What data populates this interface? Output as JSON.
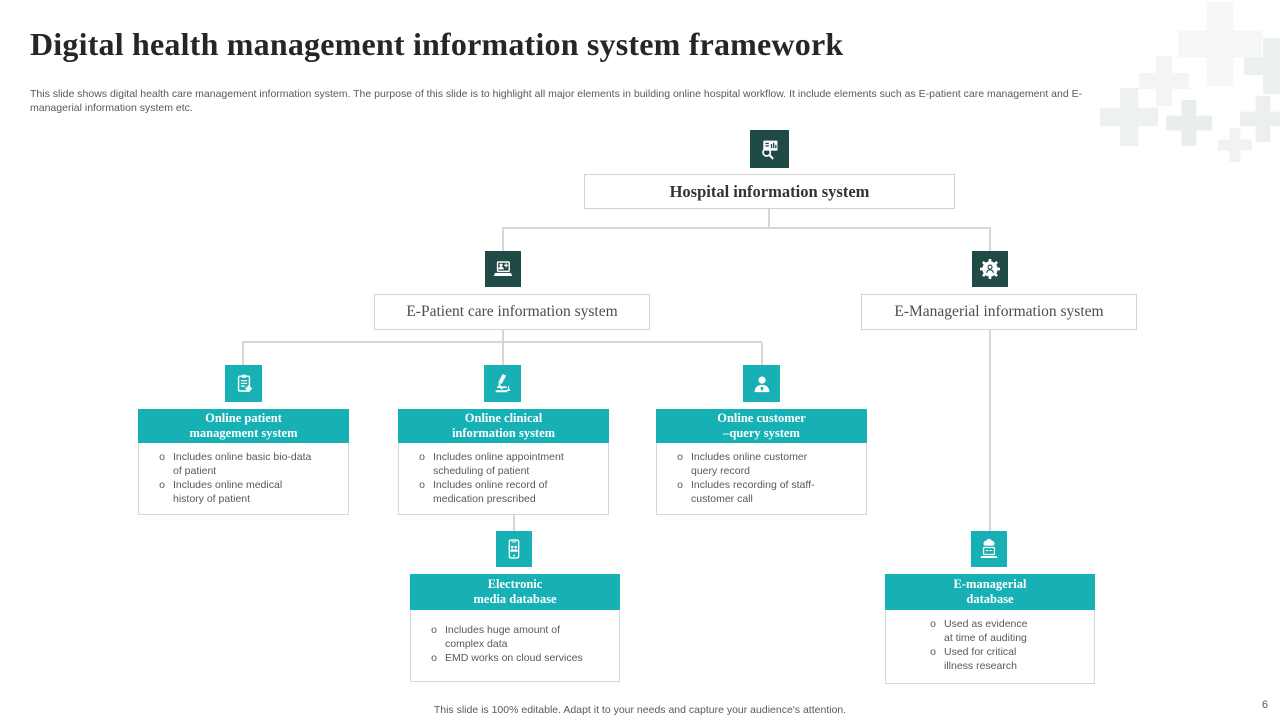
{
  "slide": {
    "title": "Digital health management information system framework",
    "description": "This slide shows digital health care management information system. The purpose of this slide is to highlight all major elements in building online hospital workflow. It include elements such as E-patient care management and E-\nmanagerial information system etc.",
    "footer": "This slide is 100% editable. Adapt it to your needs and capture your audience's attention.",
    "page_number": "6"
  },
  "colors": {
    "dark_green_icon_bg": "#1f4a45",
    "teal_accent": "#17b1b5",
    "connector_gray": "#d6d6d6",
    "body_text": "#595959"
  },
  "diagram": {
    "root": {
      "label": "Hospital information system",
      "icon": "monitor-search-icon"
    },
    "branches": [
      {
        "label": "E-Patient care information system",
        "icon": "laptop-patient-icon"
      },
      {
        "label": "E-Managerial information system",
        "icon": "gear-user-icon"
      }
    ],
    "level3": [
      {
        "icon": "clipboard-gear-icon",
        "title": "Online patient\nmanagement system",
        "bullets": [
          "Includes online basic bio-data\nof patient",
          "Includes online medical\nhistory of patient"
        ]
      },
      {
        "icon": "microscope-icon",
        "title": "Online clinical\ninformation system",
        "bullets": [
          "Includes online appointment\nscheduling of patient",
          "Includes online record of\nmedication prescribed"
        ]
      },
      {
        "icon": "customer-person-icon",
        "title": "Online customer\n–query system",
        "bullets": [
          "Includes online customer\nquery record",
          "Includes recording of staff-\ncustomer call"
        ]
      }
    ],
    "level4": [
      {
        "icon": "mobile-media-icon",
        "title": "Electronic\nmedia database",
        "bullets": [
          "Includes huge amount of\ncomplex data",
          "EMD works on cloud services"
        ]
      },
      {
        "icon": "cloud-laptop-icon",
        "title": "E-managerial\ndatabase",
        "bullets": [
          "Used as evidence\nat time of auditing",
          "Used for critical\nillness research"
        ]
      }
    ]
  }
}
